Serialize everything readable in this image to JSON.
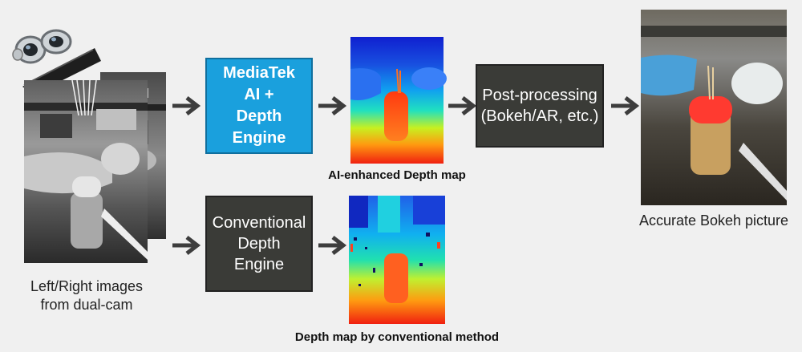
{
  "nodes": {
    "input_caption": "Left/Right images\nfrom dual-cam",
    "ai_engine": "MediaTek\nAI +\nDepth\nEngine",
    "ai_depth_caption": "AI-enhanced Depth map",
    "post_processing": "Post-processing\n(Bokeh/AR, etc.)",
    "output_caption": "Accurate Bokeh picture",
    "conv_engine": "Conventional\nDepth\nEngine",
    "conv_depth_caption": "Depth map by conventional method"
  },
  "colors": {
    "ai_box": "#1aa0dd",
    "dark_box": "#3a3b37",
    "arrow": "#3d3d3d",
    "background": "#f0f0f0"
  },
  "icons": [
    "dual-camera-icon",
    "arrow-icon"
  ]
}
